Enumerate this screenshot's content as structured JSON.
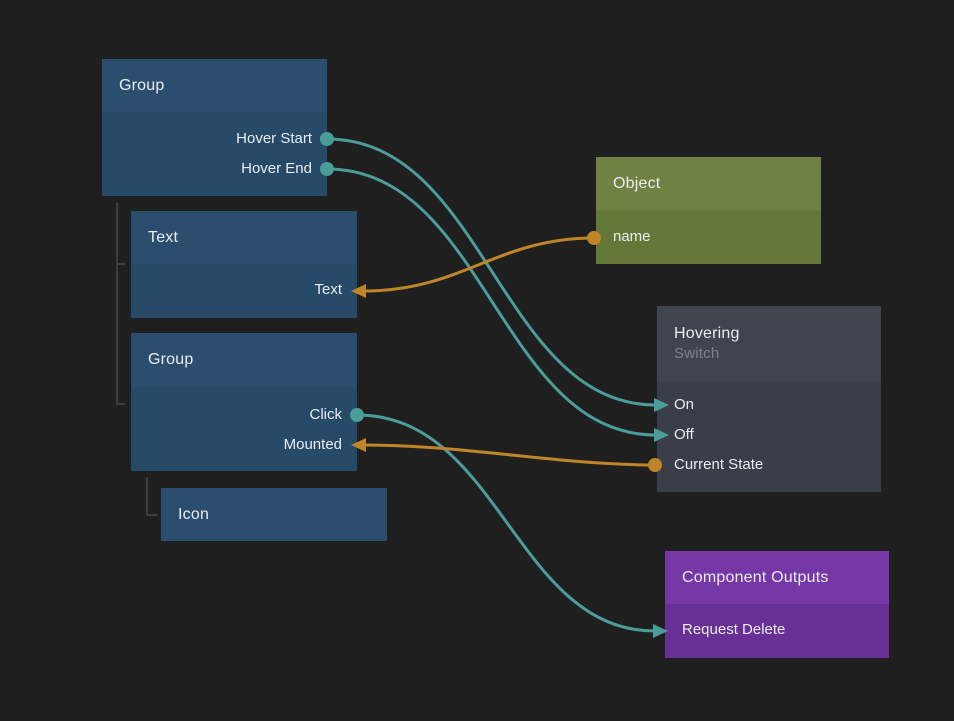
{
  "app": {
    "name": "node-graph-canvas"
  },
  "palette": {
    "bg": "#1f1f1f",
    "node-blue-header": "#2c4e6e",
    "node-blue-body": "#264a68",
    "node-olive-header": "#6f8243",
    "node-olive-body": "#647839",
    "node-slate-header": "#40444f",
    "node-slate-body": "#3a3e49",
    "node-purple-header": "#7538a6",
    "node-purple-body": "#682f95",
    "wire-teal": "#4a9d99",
    "wire-orange": "#bf8528",
    "tree-line": "#3e3e3e",
    "text-primary": "#e9edf0",
    "text-muted": "#7d828e"
  },
  "nodes": [
    {
      "title": "Group",
      "ports": [
        {
          "label": "Hover Start",
          "kind": "output",
          "side": "right",
          "color": "teal"
        },
        {
          "label": "Hover End",
          "kind": "output",
          "side": "right",
          "color": "teal"
        }
      ]
    },
    {
      "title": "Text",
      "ports": [
        {
          "label": "Text",
          "kind": "input",
          "side": "right",
          "color": "orange"
        }
      ]
    },
    {
      "title": "Group",
      "ports": [
        {
          "label": "Click",
          "kind": "output",
          "side": "right",
          "color": "teal"
        },
        {
          "label": "Mounted",
          "kind": "input",
          "side": "right",
          "color": "orange"
        }
      ]
    },
    {
      "title": "Icon",
      "ports": []
    },
    {
      "title": "Object",
      "ports": [
        {
          "label": "name",
          "kind": "output",
          "side": "left",
          "color": "orange"
        }
      ]
    },
    {
      "title": "Hovering",
      "subtitle": "Switch",
      "ports": [
        {
          "label": "On",
          "kind": "input",
          "side": "left",
          "color": "teal"
        },
        {
          "label": "Off",
          "kind": "input",
          "side": "left",
          "color": "teal"
        },
        {
          "label": "Current State",
          "kind": "output",
          "side": "left",
          "color": "orange"
        }
      ]
    },
    {
      "title": "Component Outputs",
      "ports": [
        {
          "label": "Request Delete",
          "kind": "input",
          "side": "left",
          "color": "teal"
        }
      ]
    }
  ],
  "connections": [
    {
      "from": "Group / Hover Start",
      "to": "Hovering / On",
      "color": "teal"
    },
    {
      "from": "Group / Hover End",
      "to": "Hovering / Off",
      "color": "teal"
    },
    {
      "from": "Group / Click",
      "to": "Component Outputs / Request Delete",
      "color": "teal"
    },
    {
      "from": "Object / name",
      "to": "Text / Text",
      "color": "orange"
    },
    {
      "from": "Hovering / Current State",
      "to": "Group / Mounted",
      "color": "orange"
    }
  ]
}
